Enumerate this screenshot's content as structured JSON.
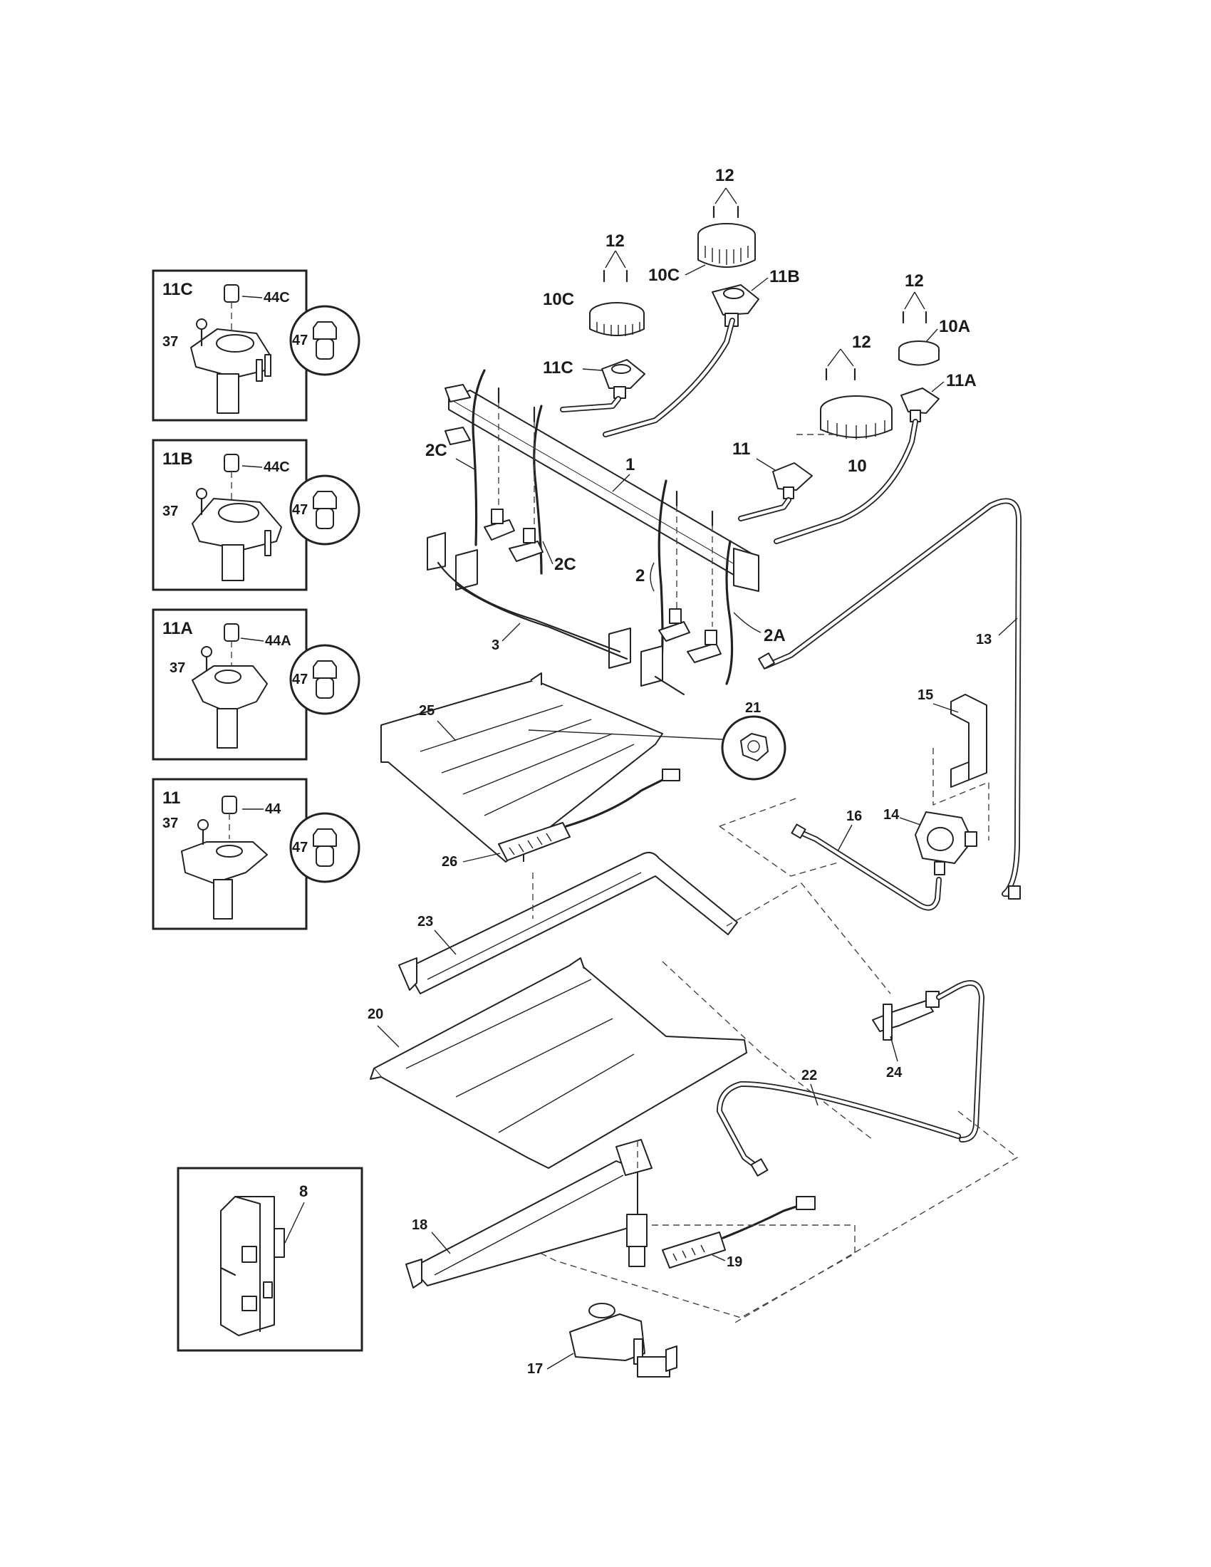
{
  "labels": {
    "l1": "1",
    "l2": "2",
    "l2a": "2A",
    "l2c_top": "2C",
    "l2c_bot": "2C",
    "l3": "3",
    "l8": "8",
    "l10": "10",
    "l10a": "10A",
    "l10c_a": "10C",
    "l10c_b": "10C",
    "l11": "11",
    "l11a": "11A",
    "l11b": "11B",
    "l11c": "11C",
    "l12_a": "12",
    "l12_b": "12",
    "l12_c": "12",
    "l12_d": "12",
    "l13": "13",
    "l14": "14",
    "l15": "15",
    "l16": "16",
    "l17": "17",
    "l18": "18",
    "l19": "19",
    "l20": "20",
    "l21": "21",
    "l22": "22",
    "l23": "23",
    "l24": "24",
    "l25": "25",
    "l26": "26"
  },
  "insets": {
    "box_11c": {
      "title": "11C",
      "screw": "37",
      "cap": "44C",
      "orifice": "47"
    },
    "box_11b": {
      "title": "11B",
      "screw": "37",
      "cap": "44C",
      "orifice": "47"
    },
    "box_11a": {
      "title": "11A",
      "screw": "37",
      "cap": "44A",
      "orifice": "47"
    },
    "box_11": {
      "title": "11",
      "screw": "37",
      "cap": "44",
      "orifice": "47"
    }
  },
  "colors": {
    "line": "#222222",
    "background": "#ffffff"
  }
}
